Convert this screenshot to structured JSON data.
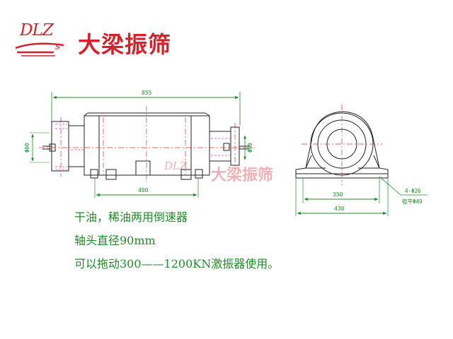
{
  "logo": {
    "mark_top": "DLZ",
    "mark_bottom": "s",
    "company": "大梁振筛"
  },
  "dimensions": {
    "overall_length": "855",
    "left_shaft_dia": "Φ90",
    "right_shaft_dia": "Φ90",
    "foot_span": "400",
    "base_width": "350",
    "base_overall": "430",
    "hole_count": "4-Φ26",
    "hole_spotface": "锪平Φ49"
  },
  "captions": {
    "line1": "干油，稀油两用倒速器",
    "line2": "轴头直径90mm",
    "line3": "可以拖动300——1200KN激振器使用。"
  },
  "colors": {
    "brand_red": "#d2232a",
    "caption_green": "#1e8c28",
    "dimension_green": "#1e8c28",
    "outline": "#222222",
    "centerline_red": "#e03030",
    "hatch_magenta": "#d040c0"
  }
}
